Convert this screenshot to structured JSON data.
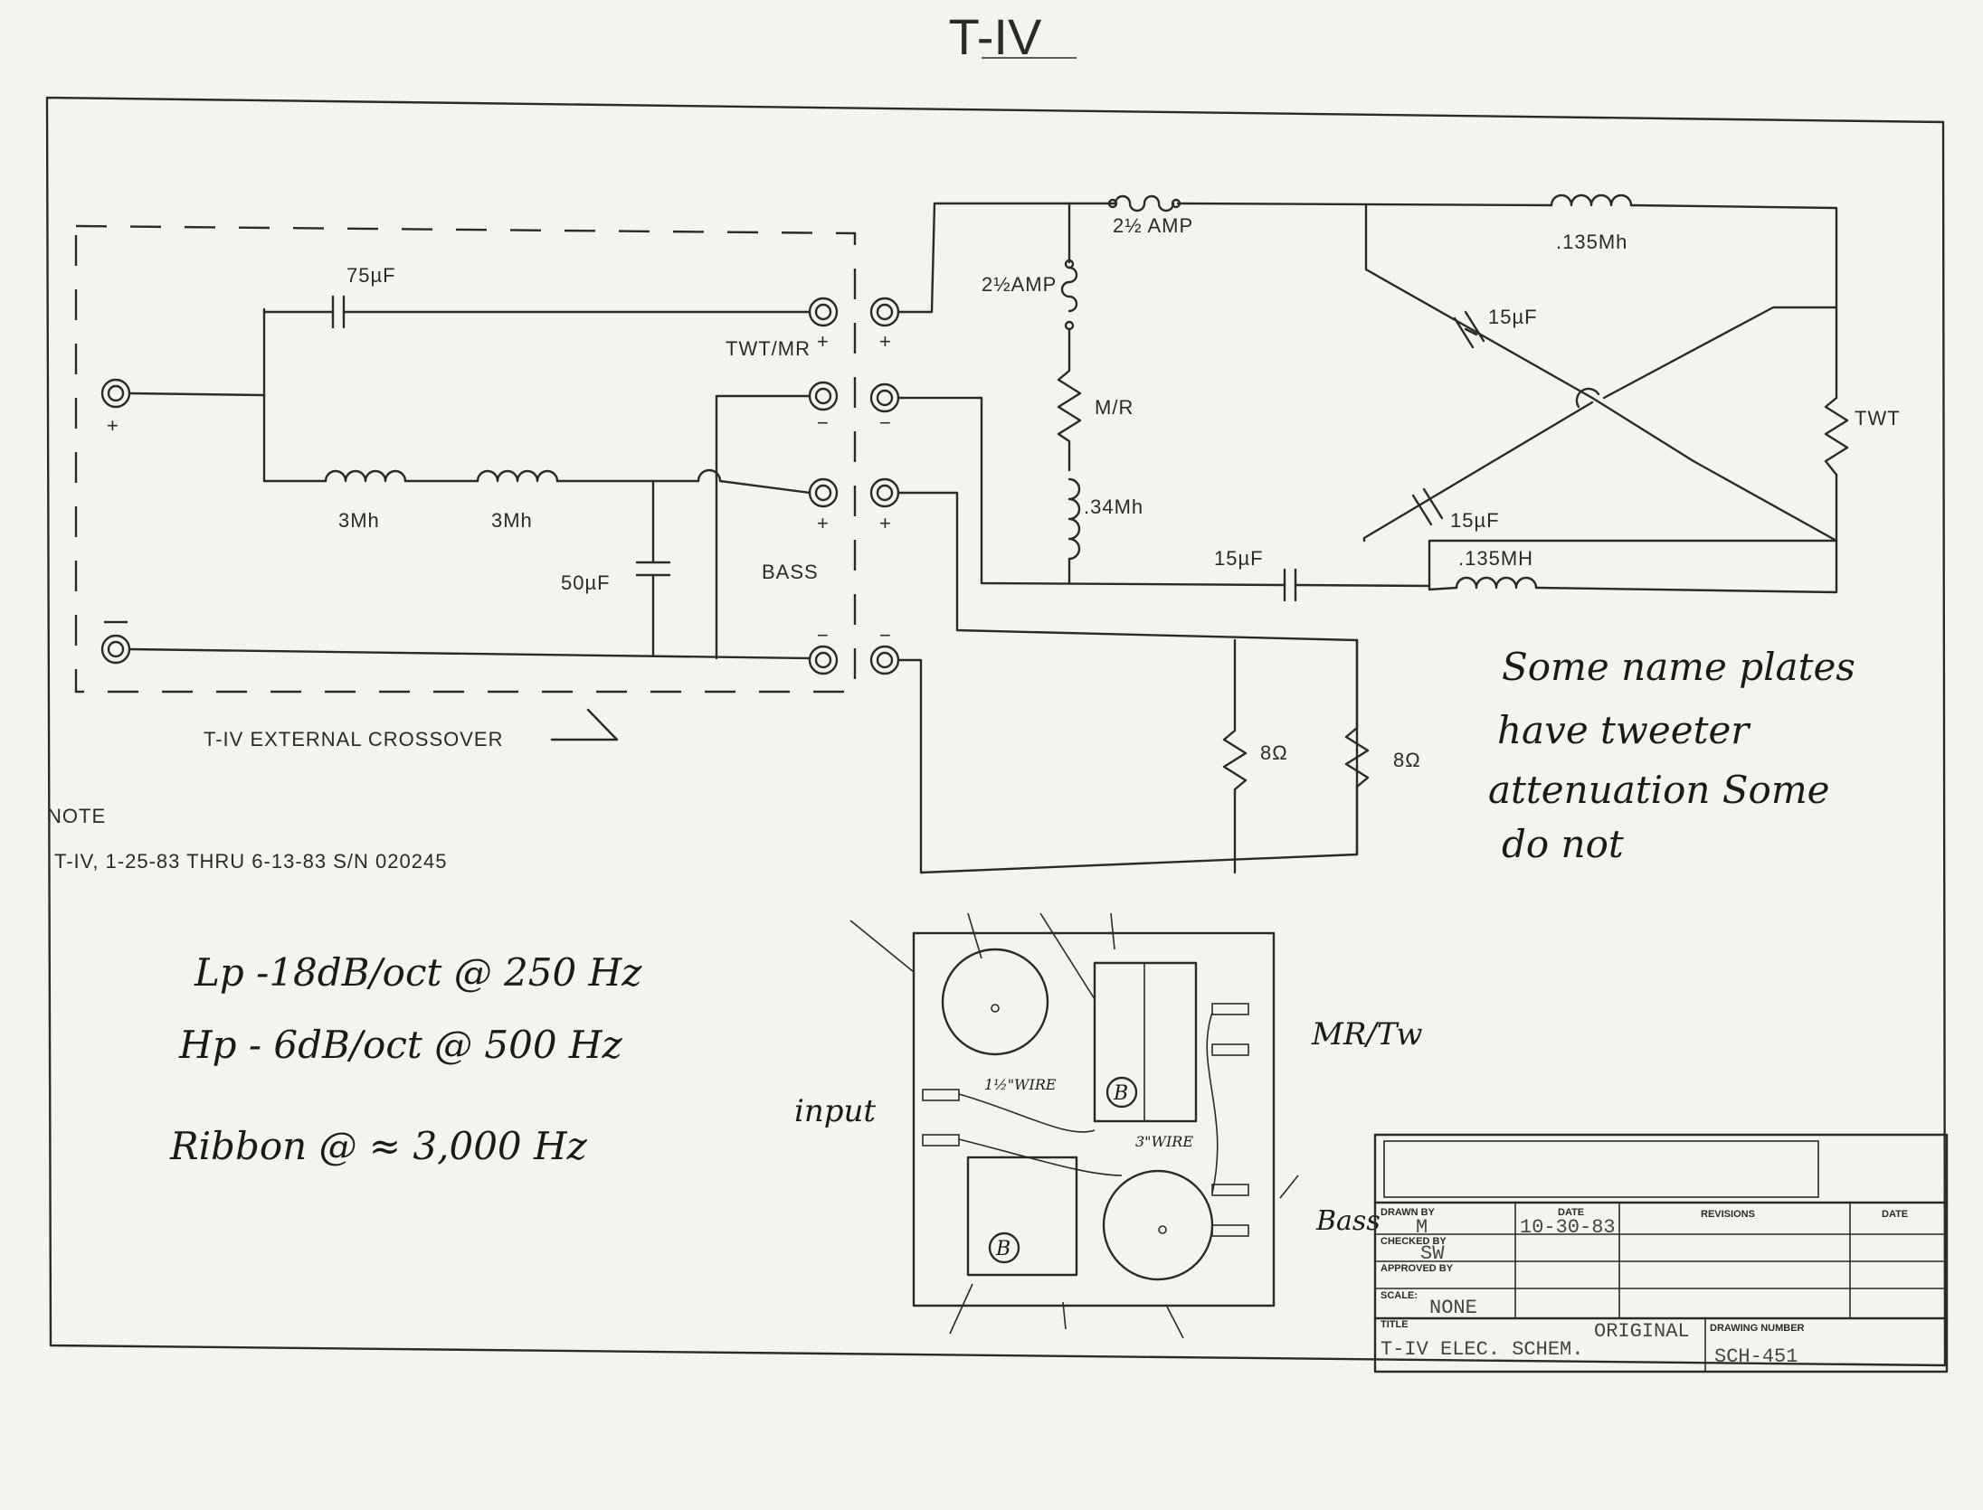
{
  "title": "T-IV",
  "labels": {
    "c75": "75µF",
    "twt_mr": "TWT/MR",
    "l3a": "3Mh",
    "l3b": "3Mh",
    "c50": "50µF",
    "bass": "BASS",
    "crossover": "T-IV EXTERNAL CROSSOVER",
    "fuse1": "2½ AMP",
    "fuse2": "2½AMP",
    "mr": "M/R",
    "l34": ".34Mh",
    "l135a": ".135Mh",
    "c15a": "15µF",
    "twt": "TWT",
    "c15b": "15µF",
    "c15c": "15µF",
    "l135b": ".135MH",
    "r8a": "8Ω",
    "r8b": "8Ω",
    "plus": "+",
    "minus": "−"
  },
  "note": {
    "heading": "NOTE",
    "line": "T-IV, 1-25-83 THRU 6-13-83 S/N 020245"
  },
  "handwritten": {
    "remark": [
      "Some name plates",
      "have tweeter",
      "attenuation    Some",
      "do not"
    ],
    "lp": "Lp  -18dB/oct  @ 250 Hz",
    "hp": "Hp  - 6dB/oct  @ 500 Hz",
    "ribbon": "Ribbon   @ ≈   3,000  Hz",
    "input": "input",
    "mrtw": "MR/Tw",
    "bass": "Bass",
    "wire15": "1½\"WIRE",
    "wire3": "3\"WIRE",
    "b": "B"
  },
  "title_block": {
    "drawn_by_label": "DRAWN BY",
    "drawn_by": "M",
    "date_label": "DATE",
    "date": "10-30-83",
    "revisions_label": "REVISIONS",
    "date2_label": "DATE",
    "checked_by_label": "CHECKED BY",
    "checked_by": "SW",
    "approved_by_label": "APPROVED BY",
    "scale_label": "SCALE:",
    "scale": "NONE",
    "title_label": "TITLE",
    "title": "T-IV ELEC. SCHEM.",
    "original": "ORIGINAL",
    "drawing_number_label": "DRAWING NUMBER",
    "drawing_number": "SCH-451"
  }
}
